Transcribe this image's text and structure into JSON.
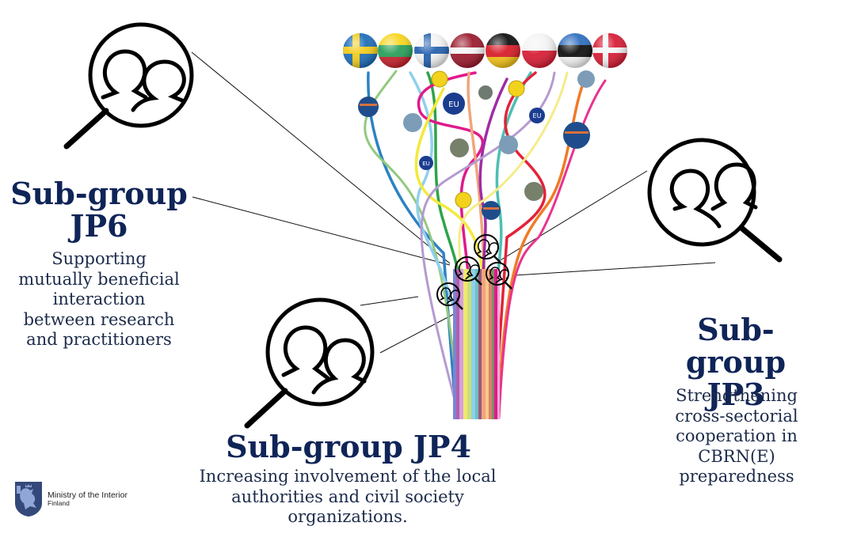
{
  "groups": [
    {
      "id": "jp6",
      "title": "Sub-group JP6",
      "title_lines": [
        "Sub-group",
        "JP6"
      ],
      "description_lines": [
        "Supporting",
        "mutually beneficial",
        "interaction",
        "between research",
        "and practitioners"
      ]
    },
    {
      "id": "jp4",
      "title": "Sub-group JP4",
      "description_lines": [
        "Increasing involvement of the local",
        "authorities and civil society",
        "organizations."
      ]
    },
    {
      "id": "jp3",
      "title": "Sub-group JP3",
      "title_lines": [
        "Sub-group",
        "JP3"
      ],
      "description_lines": [
        "Strengthening",
        "cross-sectorial",
        "cooperation in",
        "CBRN(E)",
        "preparedness"
      ]
    }
  ],
  "flags": [
    "Sweden",
    "Lithuania",
    "Finland",
    "Latvia",
    "Germany",
    "Poland",
    "Estonia",
    "Denmark"
  ],
  "icons": {
    "group_magnifier": "people-search-icon",
    "eu_badge_label": "EU"
  },
  "footer": {
    "org_name": "Ministry of the Interior",
    "org_country": "Finland"
  },
  "colors": {
    "title": "#0f2457",
    "description": "#1c2b4a",
    "logo": "#34497a"
  }
}
